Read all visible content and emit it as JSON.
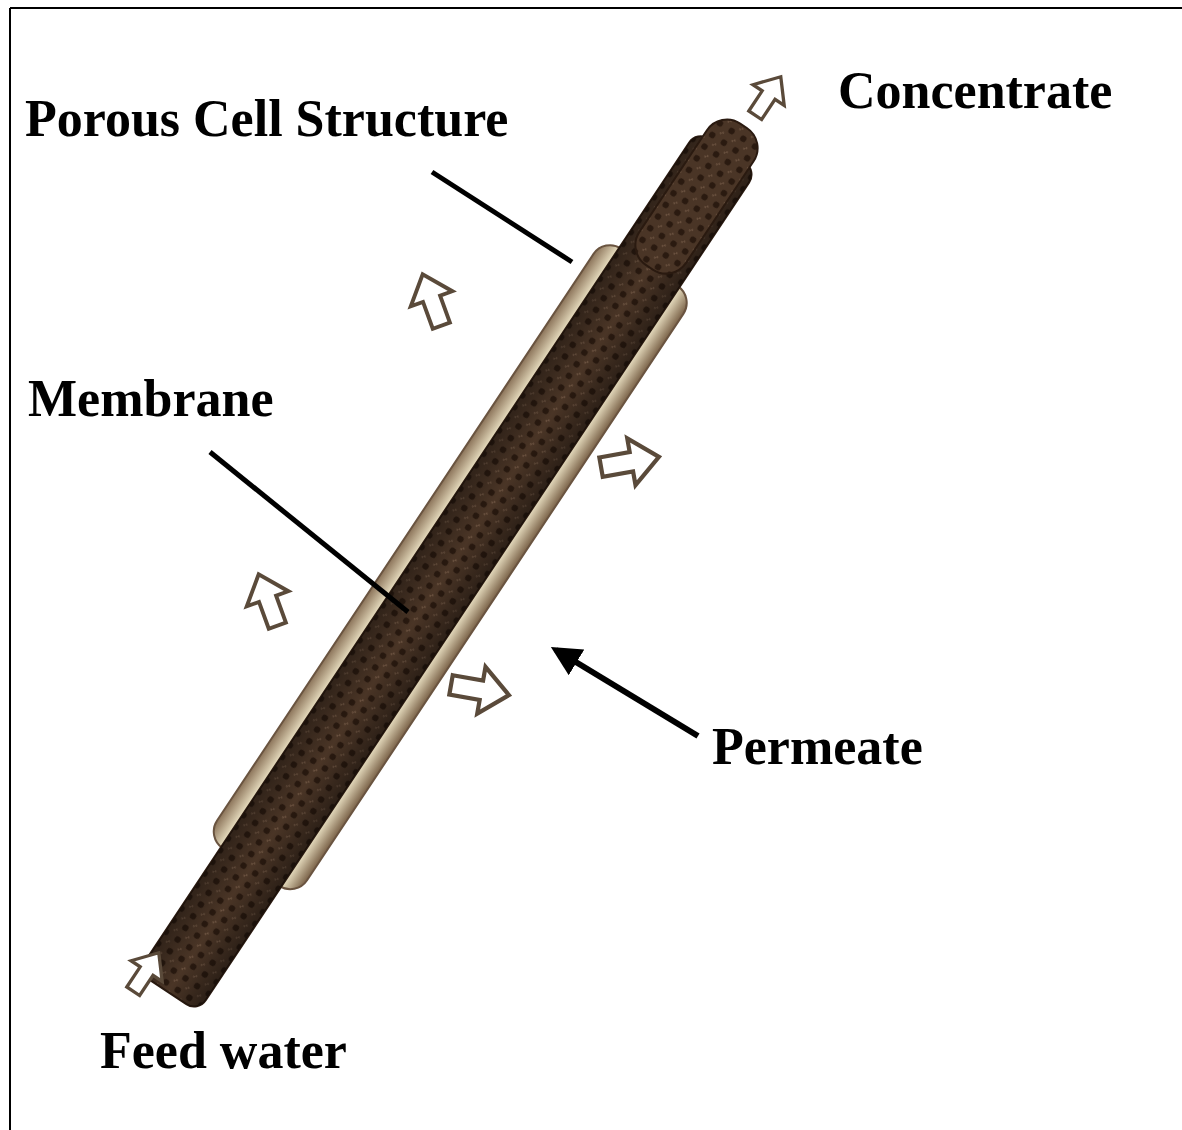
{
  "diagram": {
    "labels": [
      "Porous Cell Structure",
      "Concentrate",
      "Membrane",
      "Permeate",
      "Feed water"
    ]
  }
}
